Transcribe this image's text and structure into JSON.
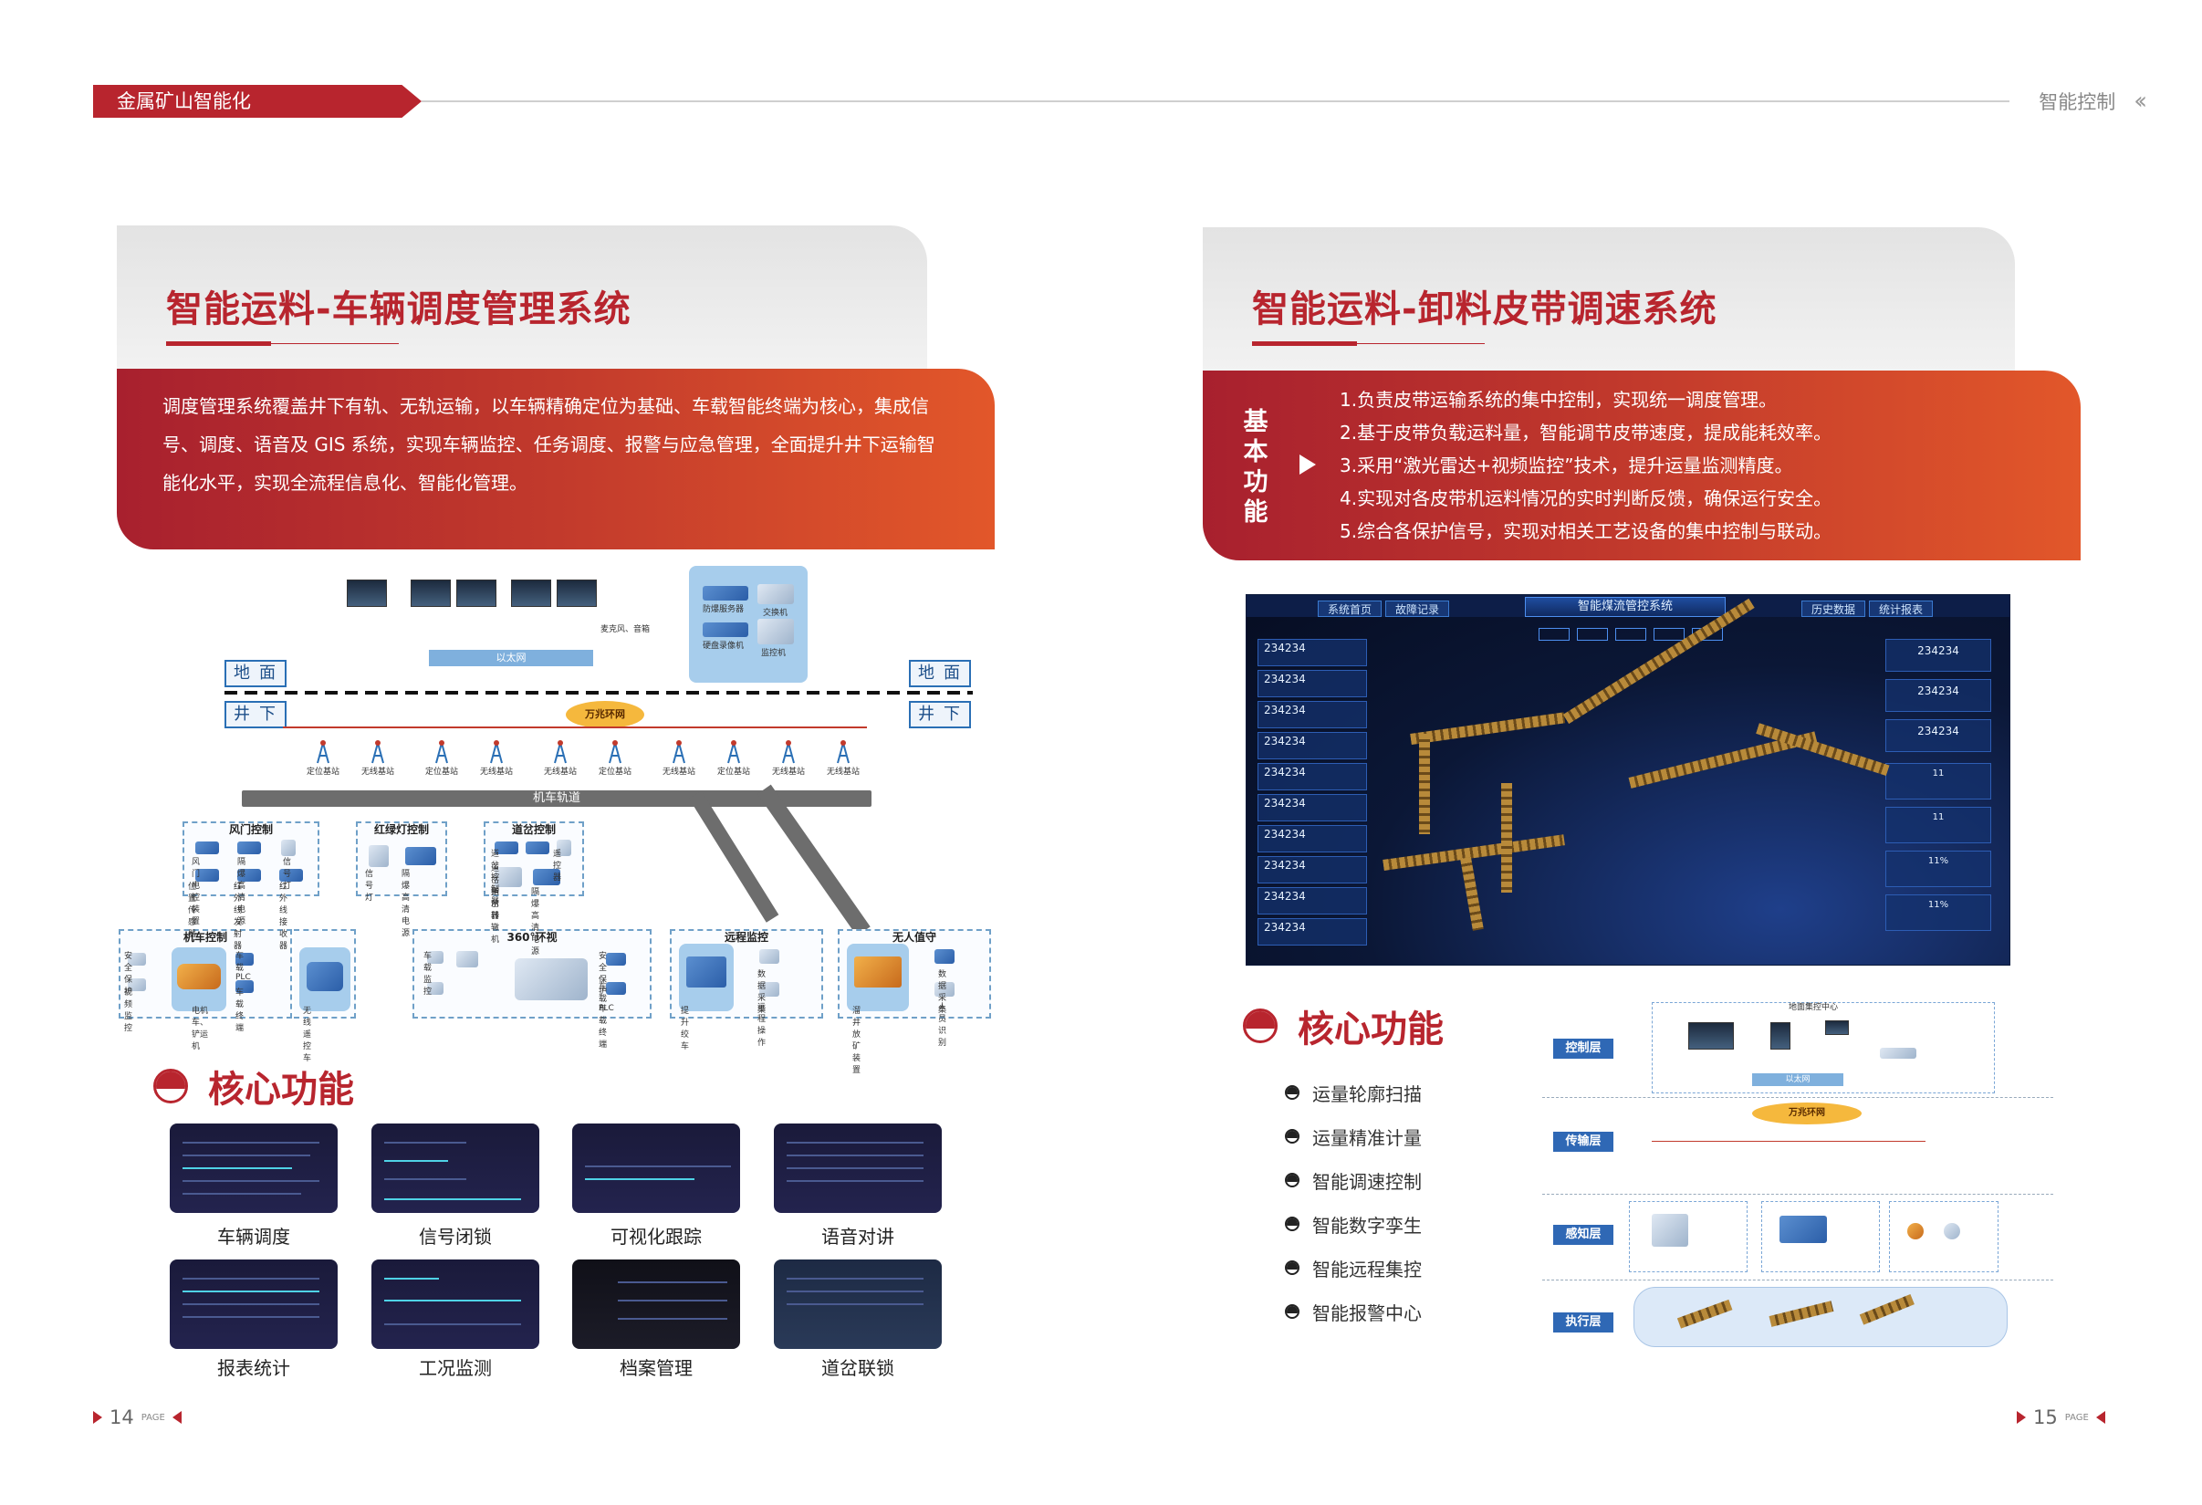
{
  "header": {
    "left_tag": "金属矿山智能化",
    "right_label": "智能控制",
    "right_icon": "double-chevron-left-icon"
  },
  "left_section": {
    "title": "智能运料-车辆调度管理系统",
    "description": "调度管理系统覆盖井下有轨、无轨运输，以车辆精确定位为基础、车载智能终端为核心，集成信号、调度、语音及 GIS 系统，实现车辆监控、任务调度、报警与应急管理，全面提升井下运输智能化水平，实现全流程信息化、智能化管理。",
    "diagram": {
      "surface_label": "地面",
      "underground_label": "井下",
      "ethernet_label": "以太网",
      "ring_net_label": "万兆环网",
      "track_label": "机车轨道",
      "top_items": [
        "防爆服务器",
        "交换机",
        "硬盘录像机",
        "监控机",
        "麦克风、音箱"
      ],
      "base_station_label": "无线基站",
      "positioning_label": "定位基站",
      "groups_row1": [
        {
          "title": "风门控制",
          "items": [
            "风门电控装置",
            "隔爆高清电源",
            "信号灯",
            "位置传感器",
            "红外线发射器",
            "红外线接收器"
          ]
        },
        {
          "title": "红绿灯控制",
          "items": [
            "信号灯",
            "隔爆高清电源"
          ]
        },
        {
          "title": "道岔控制",
          "items": [
            "道岔控制器",
            "隔爆高清电源",
            "道岔转辙机",
            "道岔指示器",
            "遥控器"
          ]
        }
      ],
      "groups_row2": [
        {
          "title": "机车控制",
          "items": [
            "安全保护",
            "车载PLC",
            "视频监控",
            "车载终端",
            "电机车、铲运机",
            "无线遥控车"
          ]
        },
        {
          "title": "360°环视",
          "items": [
            "车载监控",
            "安全保护",
            "车载PLC",
            "车载终端"
          ]
        },
        {
          "title": "远程监控",
          "items": [
            "提升绞车",
            "数据采集",
            "远程操作"
          ]
        },
        {
          "title": "无人值守",
          "items": [
            "溜井放矿装置",
            "数据采集",
            "人员识别"
          ]
        }
      ]
    },
    "core_title": "核心功能",
    "core_items": [
      {
        "label": "车辆调度"
      },
      {
        "label": "信号闭锁"
      },
      {
        "label": "可视化跟踪"
      },
      {
        "label": "语音对讲"
      },
      {
        "label": "报表统计"
      },
      {
        "label": "工况监测"
      },
      {
        "label": "档案管理"
      },
      {
        "label": "道岔联锁"
      }
    ]
  },
  "right_section": {
    "title": "智能运料-卸料皮带调速系统",
    "basic_label": "基本功能",
    "functions": [
      "1.负责皮带运输系统的集中控制，实现统一调度管理。",
      "2.基于皮带负载运料量，智能调节皮带速度，提成能耗效率。",
      "3.采用“激光雷达+视频监控”技术，提升运量监测精度。",
      "4.实现对各皮带机运料情况的实时判断反馈，确保运行安全。",
      "5.综合各保护信号，实现对相关工艺设备的集中控制与联动。"
    ],
    "dashboard": {
      "title": "智能煤流管控系统",
      "tabs": [
        "系统首页",
        "故障记录",
        "历史数据",
        "统计报表"
      ],
      "values": [
        "234234",
        "234234",
        "234234",
        "234234",
        "234234",
        "234234",
        "234234",
        "234234",
        "234234",
        "234234"
      ],
      "right_values": [
        "234234",
        "234234",
        "234234"
      ],
      "percent": "11%",
      "count": "11"
    },
    "core_title": "核心功能",
    "core_items": [
      "运量轮廓扫描",
      "运量精准计量",
      "智能调速控制",
      "智能数字孪生",
      "智能远程集控",
      "智能报警中心"
    ],
    "architecture": {
      "top_label": "地面集控中心",
      "ethernet_label": "以太网",
      "ring_net_label": "万兆环网",
      "layers": [
        "控制层",
        "传输层",
        "感知层",
        "执行层"
      ]
    }
  },
  "footer": {
    "left_page": "14",
    "right_page": "15",
    "page_word": "PAGE"
  },
  "colors": {
    "brand_red": "#b8252e",
    "gradient_orange": "#e2572a",
    "dashboard_bg": "#0b1736"
  }
}
